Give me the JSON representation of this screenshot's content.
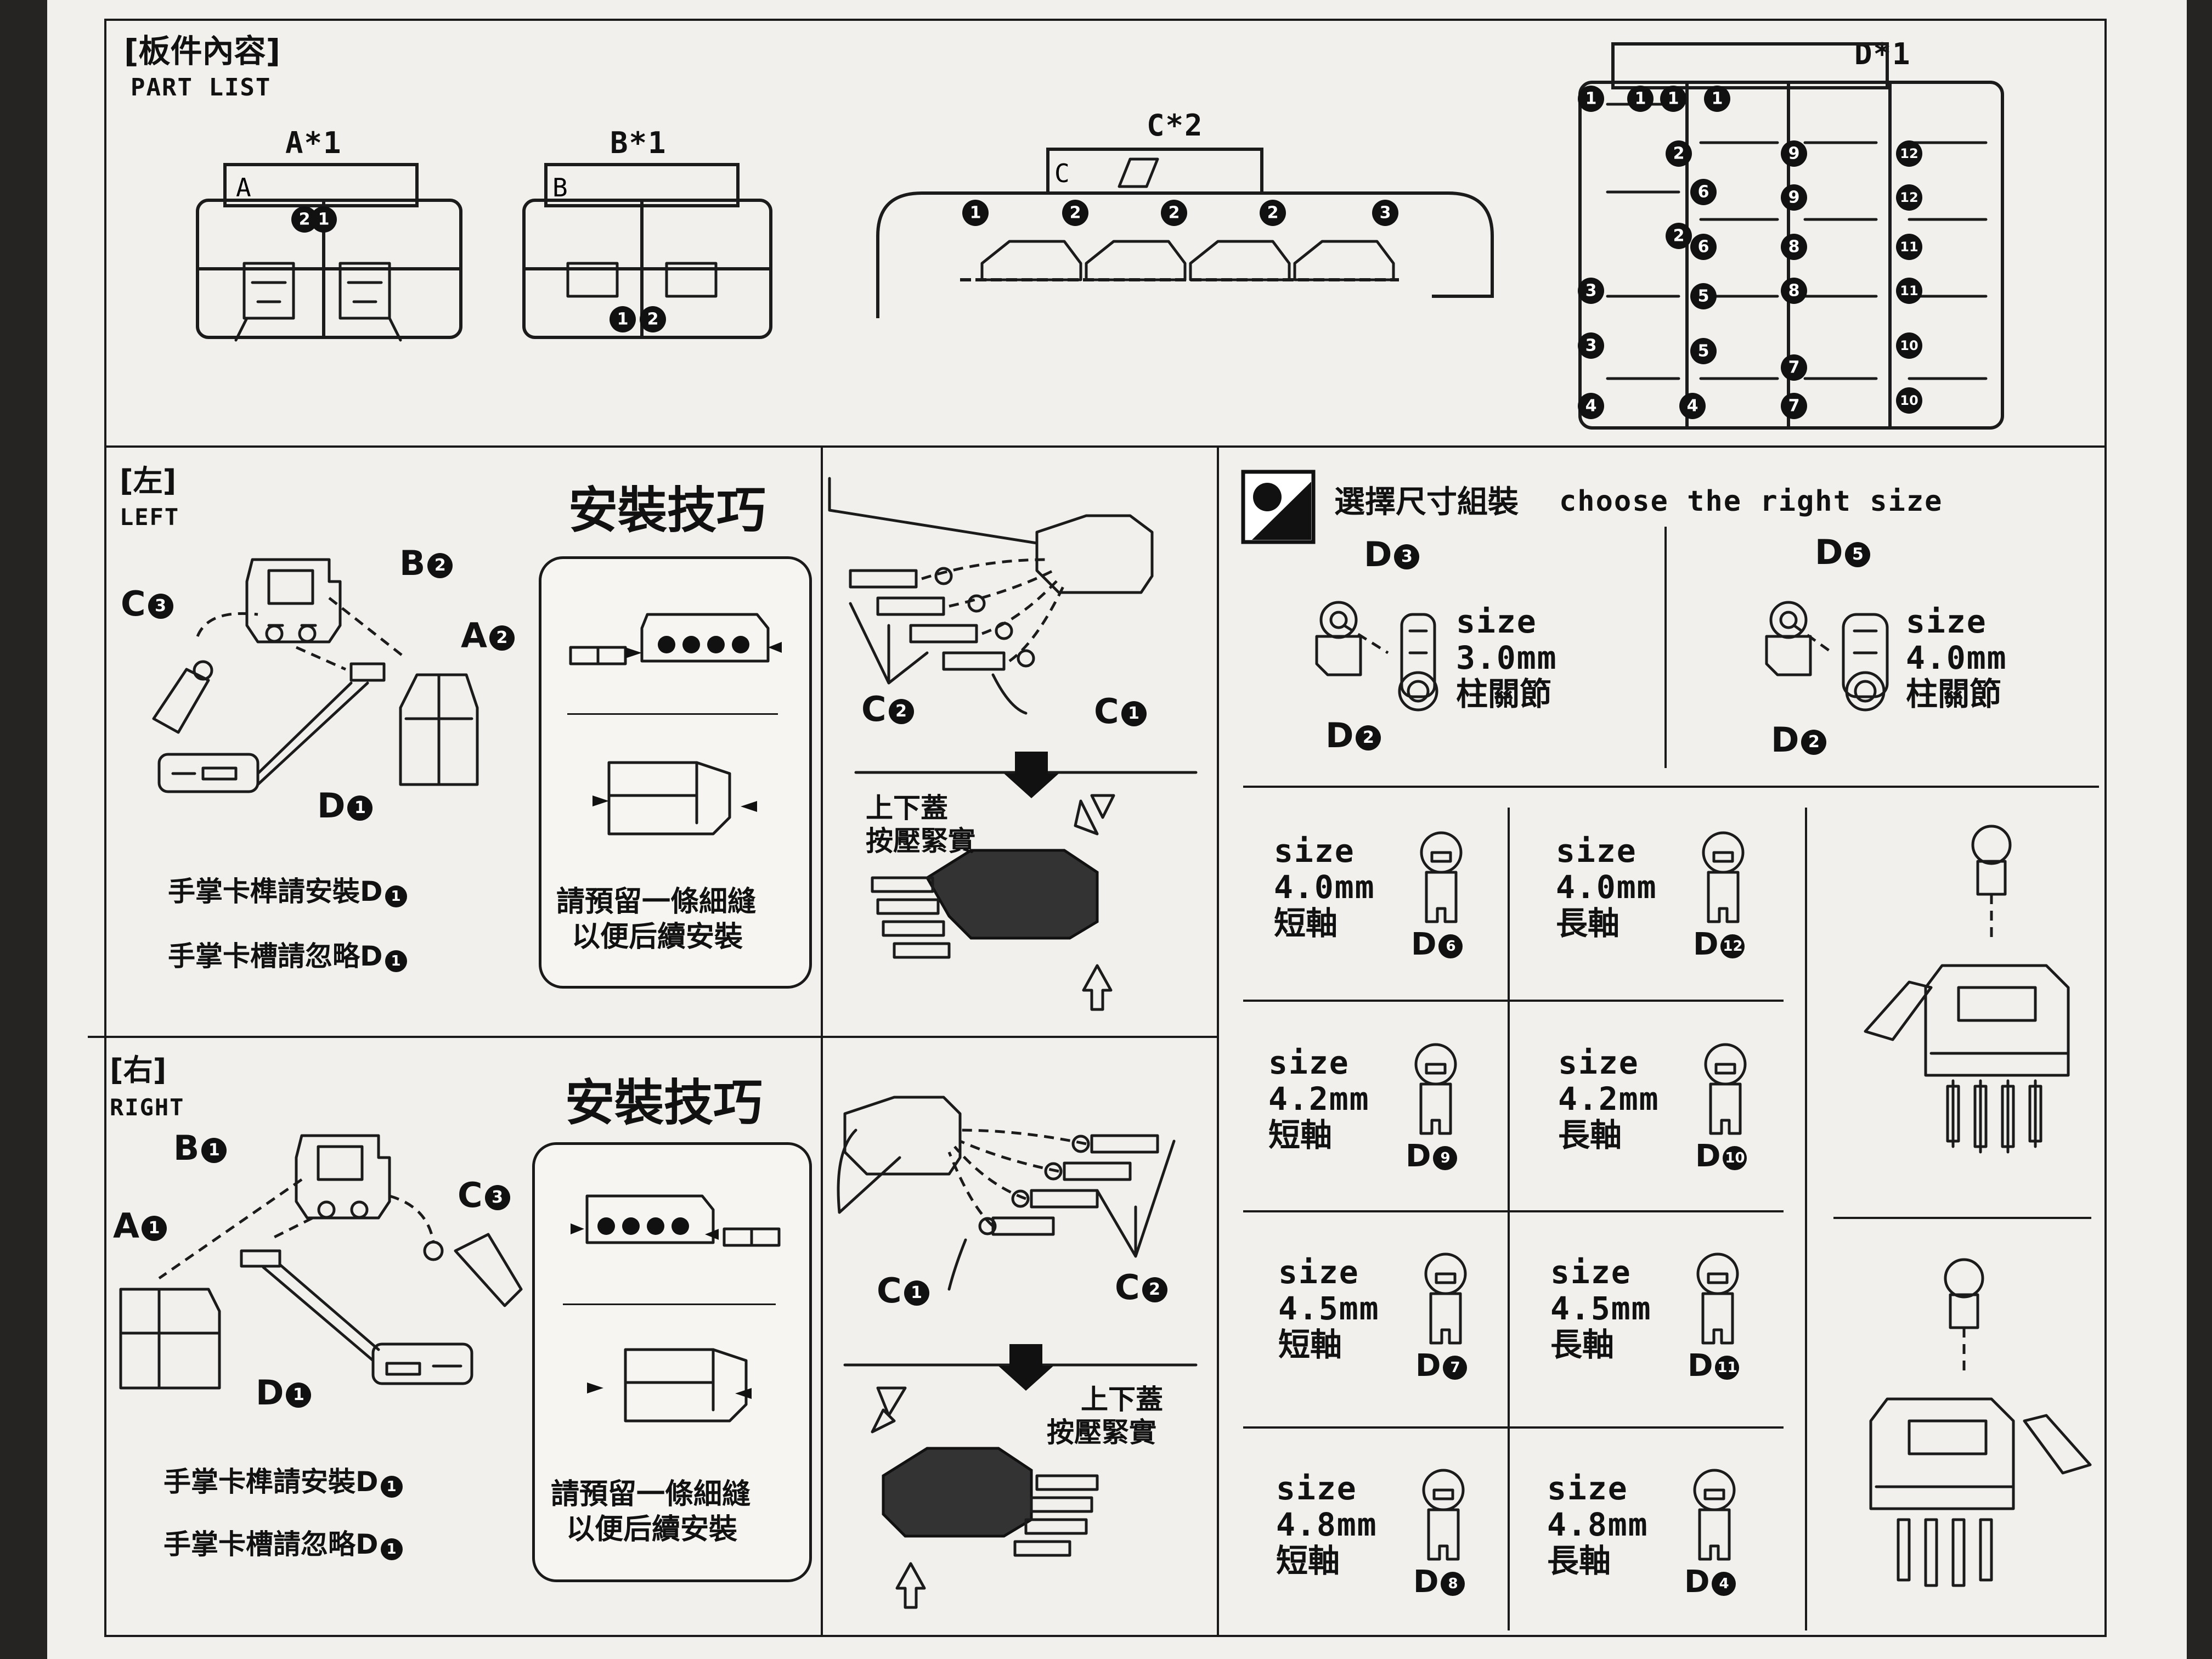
{
  "part_list": {
    "title_zh": "[板件內容]",
    "title_en": "PART LIST",
    "runners": [
      {
        "label": "A*1",
        "tag": "A",
        "numbers": [
          "2",
          "1",
          "2",
          "1"
        ]
      },
      {
        "label": "B*1",
        "tag": "B",
        "numbers": [
          "1",
          "2",
          "1",
          "2"
        ]
      },
      {
        "label": "C*2",
        "tag": "C",
        "numbers": [
          "1",
          "2",
          "2",
          "2",
          "3"
        ]
      },
      {
        "label": "D*1",
        "tag": "",
        "numbers": [
          "1",
          "1",
          "1",
          "1",
          "2",
          "2",
          "3",
          "3",
          "4",
          "4",
          "5",
          "5",
          "6",
          "6",
          "7",
          "7",
          "8",
          "8",
          "9",
          "9",
          "10",
          "10",
          "11",
          "11",
          "12",
          "12"
        ]
      }
    ]
  },
  "left": {
    "title_zh": "[左]",
    "title_en": "LEFT",
    "callouts": {
      "b": "B",
      "b_num": "2",
      "c": "C",
      "c_num": "3",
      "a": "A",
      "a_num": "2",
      "d": "D",
      "d_num": "1"
    },
    "note1": "手掌卡榫請安裝D",
    "note1_num": "1",
    "note2": "手掌卡槽請忽略D",
    "note2_num": "1",
    "tips_title": "安裝技巧",
    "tips_text_1": "請預留一條細縫",
    "tips_text_2": "以便后續安裝",
    "assembly": {
      "c2": "C",
      "c2_num": "2",
      "c1": "C",
      "c1_num": "1",
      "press_1": "上下蓋",
      "press_2": "按壓緊實"
    }
  },
  "right": {
    "title_zh": "[右]",
    "title_en": "RIGHT",
    "callouts": {
      "b": "B",
      "b_num": "1",
      "c": "C",
      "c_num": "3",
      "a": "A",
      "a_num": "1",
      "d": "D",
      "d_num": "1"
    },
    "note1": "手掌卡榫請安裝D",
    "note1_num": "1",
    "note2": "手掌卡槽請忽略D",
    "note2_num": "1",
    "tips_title": "安裝技巧",
    "tips_text_1": "請預留一條細縫",
    "tips_text_2": "以便后續安裝",
    "assembly": {
      "c1": "C",
      "c1_num": "1",
      "c2": "C",
      "c2_num": "2",
      "press_1": "上下蓋",
      "press_2": "按壓緊實"
    }
  },
  "size_select": {
    "title_zh": "選擇尺寸組裝",
    "title_en": "choose the right size",
    "joints": [
      {
        "part_top": "D",
        "part_top_num": "3",
        "part_bottom": "D",
        "part_bottom_num": "2",
        "size_label": "size",
        "size": "3.0mm",
        "desc": "柱關節"
      },
      {
        "part_top": "D",
        "part_top_num": "5",
        "part_bottom": "D",
        "part_bottom_num": "2",
        "size_label": "size",
        "size": "4.0mm",
        "desc": "柱關節"
      }
    ],
    "shafts": [
      {
        "size_label": "size",
        "size": "4.0mm",
        "type": "短軸",
        "part": "D",
        "part_num": "6"
      },
      {
        "size_label": "size",
        "size": "4.0mm",
        "type": "長軸",
        "part": "D",
        "part_num": "12"
      },
      {
        "size_label": "size",
        "size": "4.2mm",
        "type": "短軸",
        "part": "D",
        "part_num": "9"
      },
      {
        "size_label": "size",
        "size": "4.2mm",
        "type": "長軸",
        "part": "D",
        "part_num": "10"
      },
      {
        "size_label": "size",
        "size": "4.5mm",
        "type": "短軸",
        "part": "D",
        "part_num": "7"
      },
      {
        "size_label": "size",
        "size": "4.5mm",
        "type": "長軸",
        "part": "D",
        "part_num": "11"
      },
      {
        "size_label": "size",
        "size": "4.8mm",
        "type": "短軸",
        "part": "D",
        "part_num": "8"
      },
      {
        "size_label": "size",
        "size": "4.8mm",
        "type": "長軸",
        "part": "D",
        "part_num": "4"
      }
    ]
  },
  "colors": {
    "paper": "#f1f0ed",
    "ink": "#1a1a1a",
    "background": "#262422",
    "shadow": "#4a4845"
  }
}
